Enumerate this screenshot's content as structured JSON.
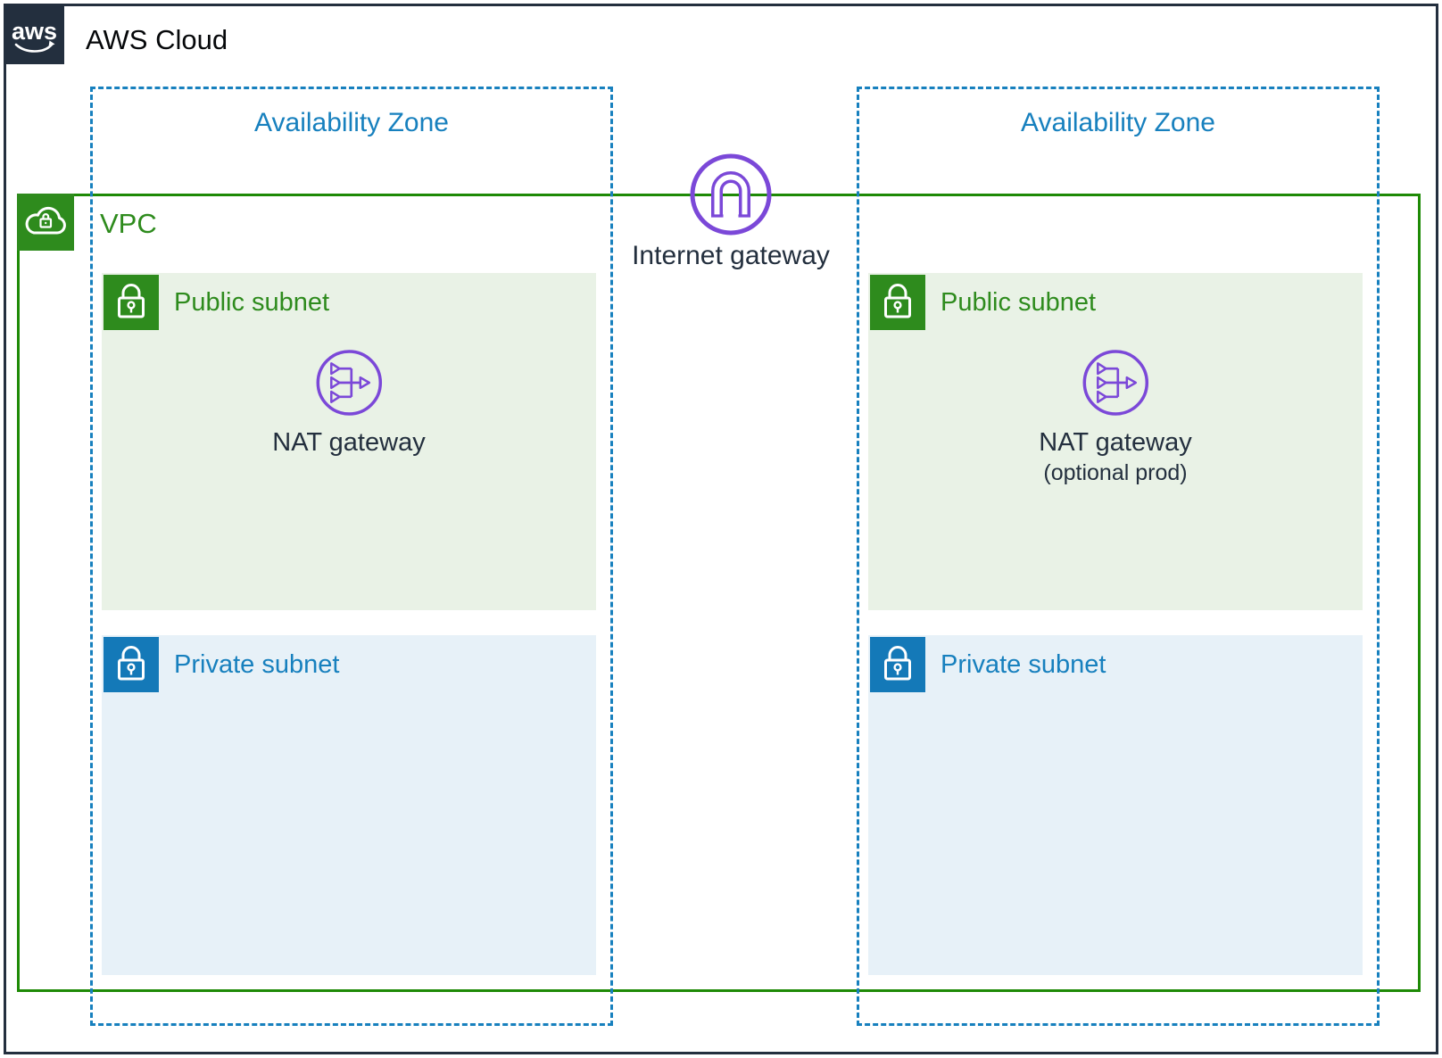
{
  "title": "AWS Cloud",
  "logo": {
    "text": "aws"
  },
  "colors": {
    "aws_navy": "#232F3E",
    "vpc_green": "#2E8B1D",
    "vpc_border_green": "#1E8A06",
    "public_subnet_bg": "#E9F2E6",
    "az_blue": "#1780BE",
    "private_subnet_bg": "#E7F1F8",
    "gateway_purple": "#7B48D8"
  },
  "vpc": {
    "label": "VPC"
  },
  "internet_gateway": {
    "label": "Internet gateway"
  },
  "zones": [
    {
      "label": "Availability Zone",
      "public_subnet": {
        "label": "Public subnet",
        "nat_gateway": {
          "label": "NAT gateway"
        }
      },
      "private_subnet": {
        "label": "Private subnet"
      }
    },
    {
      "label": "Availability Zone",
      "public_subnet": {
        "label": "Public subnet",
        "nat_gateway": {
          "label": "NAT gateway",
          "note": "(optional prod)"
        }
      },
      "private_subnet": {
        "label": "Private subnet"
      }
    }
  ]
}
